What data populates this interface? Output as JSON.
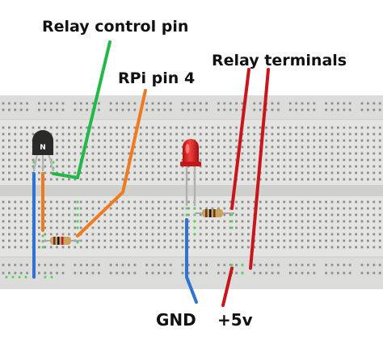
{
  "labels": {
    "relay_control_pin": "Relay control pin",
    "rpi_pin": "RPi pin 4",
    "relay_terminals": "Relay terminals",
    "gnd": "GND",
    "plus5v": "+5v"
  },
  "transistor_mark": "N",
  "colors": {
    "breadboard": "#e4e4e2",
    "hole": "#8e8e8e",
    "hole_active": "#4fd64f",
    "green_wire": "#22b84a",
    "orange_wire": "#f07a1f",
    "red_wire": "#c8161d",
    "blue_wire": "#2f74d0",
    "transistor": "#2a2a2a",
    "led": "#e32626",
    "resistor_body": "#c9a26a"
  }
}
